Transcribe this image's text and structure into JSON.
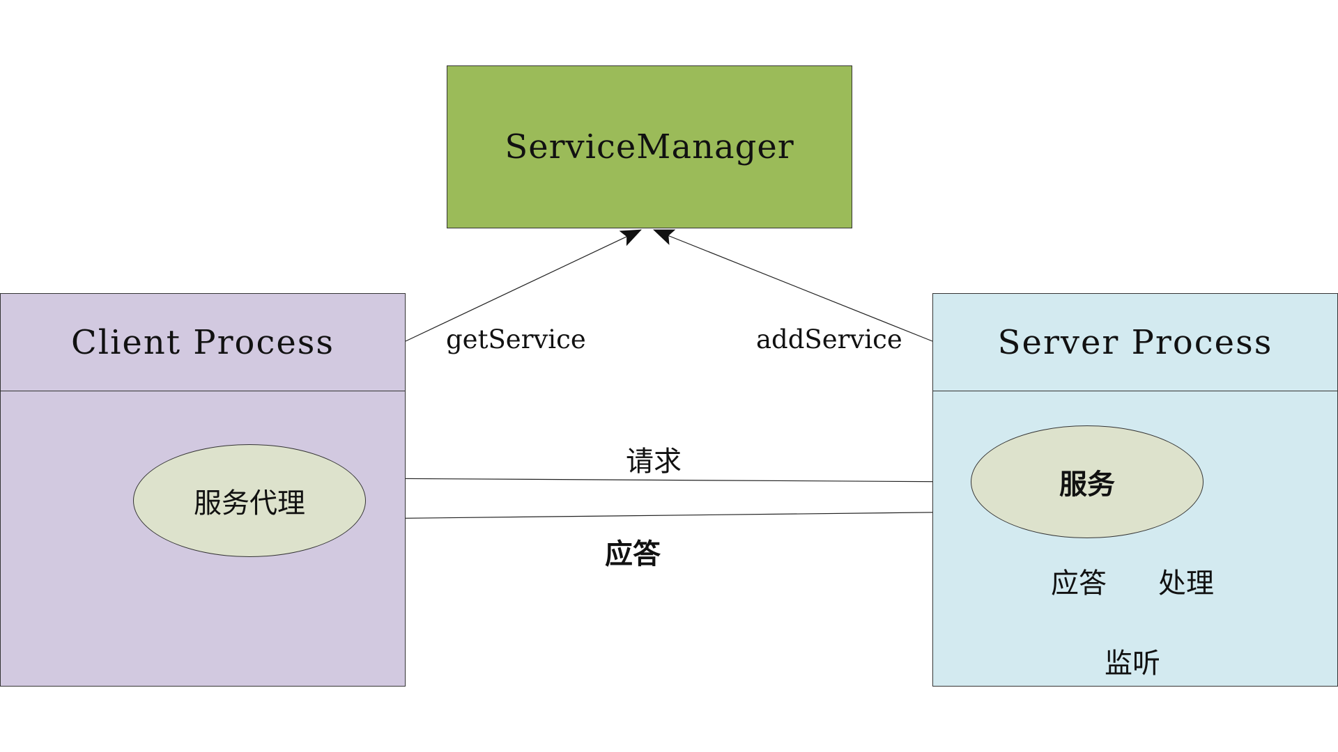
{
  "service_manager": {
    "title": "ServiceManager",
    "color": "#9bbb59"
  },
  "client": {
    "title": "Client Process",
    "color": "#d2c9e0",
    "proxy_label": "服务代理"
  },
  "server": {
    "title": "Server Process",
    "color": "#d3eaf0",
    "service_label": "服务",
    "loop": {
      "respond": "应答",
      "process": "处理",
      "listen": "监听"
    }
  },
  "edges": {
    "get_service": "getService",
    "add_service": "addService",
    "request": "请求",
    "response": "应答"
  }
}
